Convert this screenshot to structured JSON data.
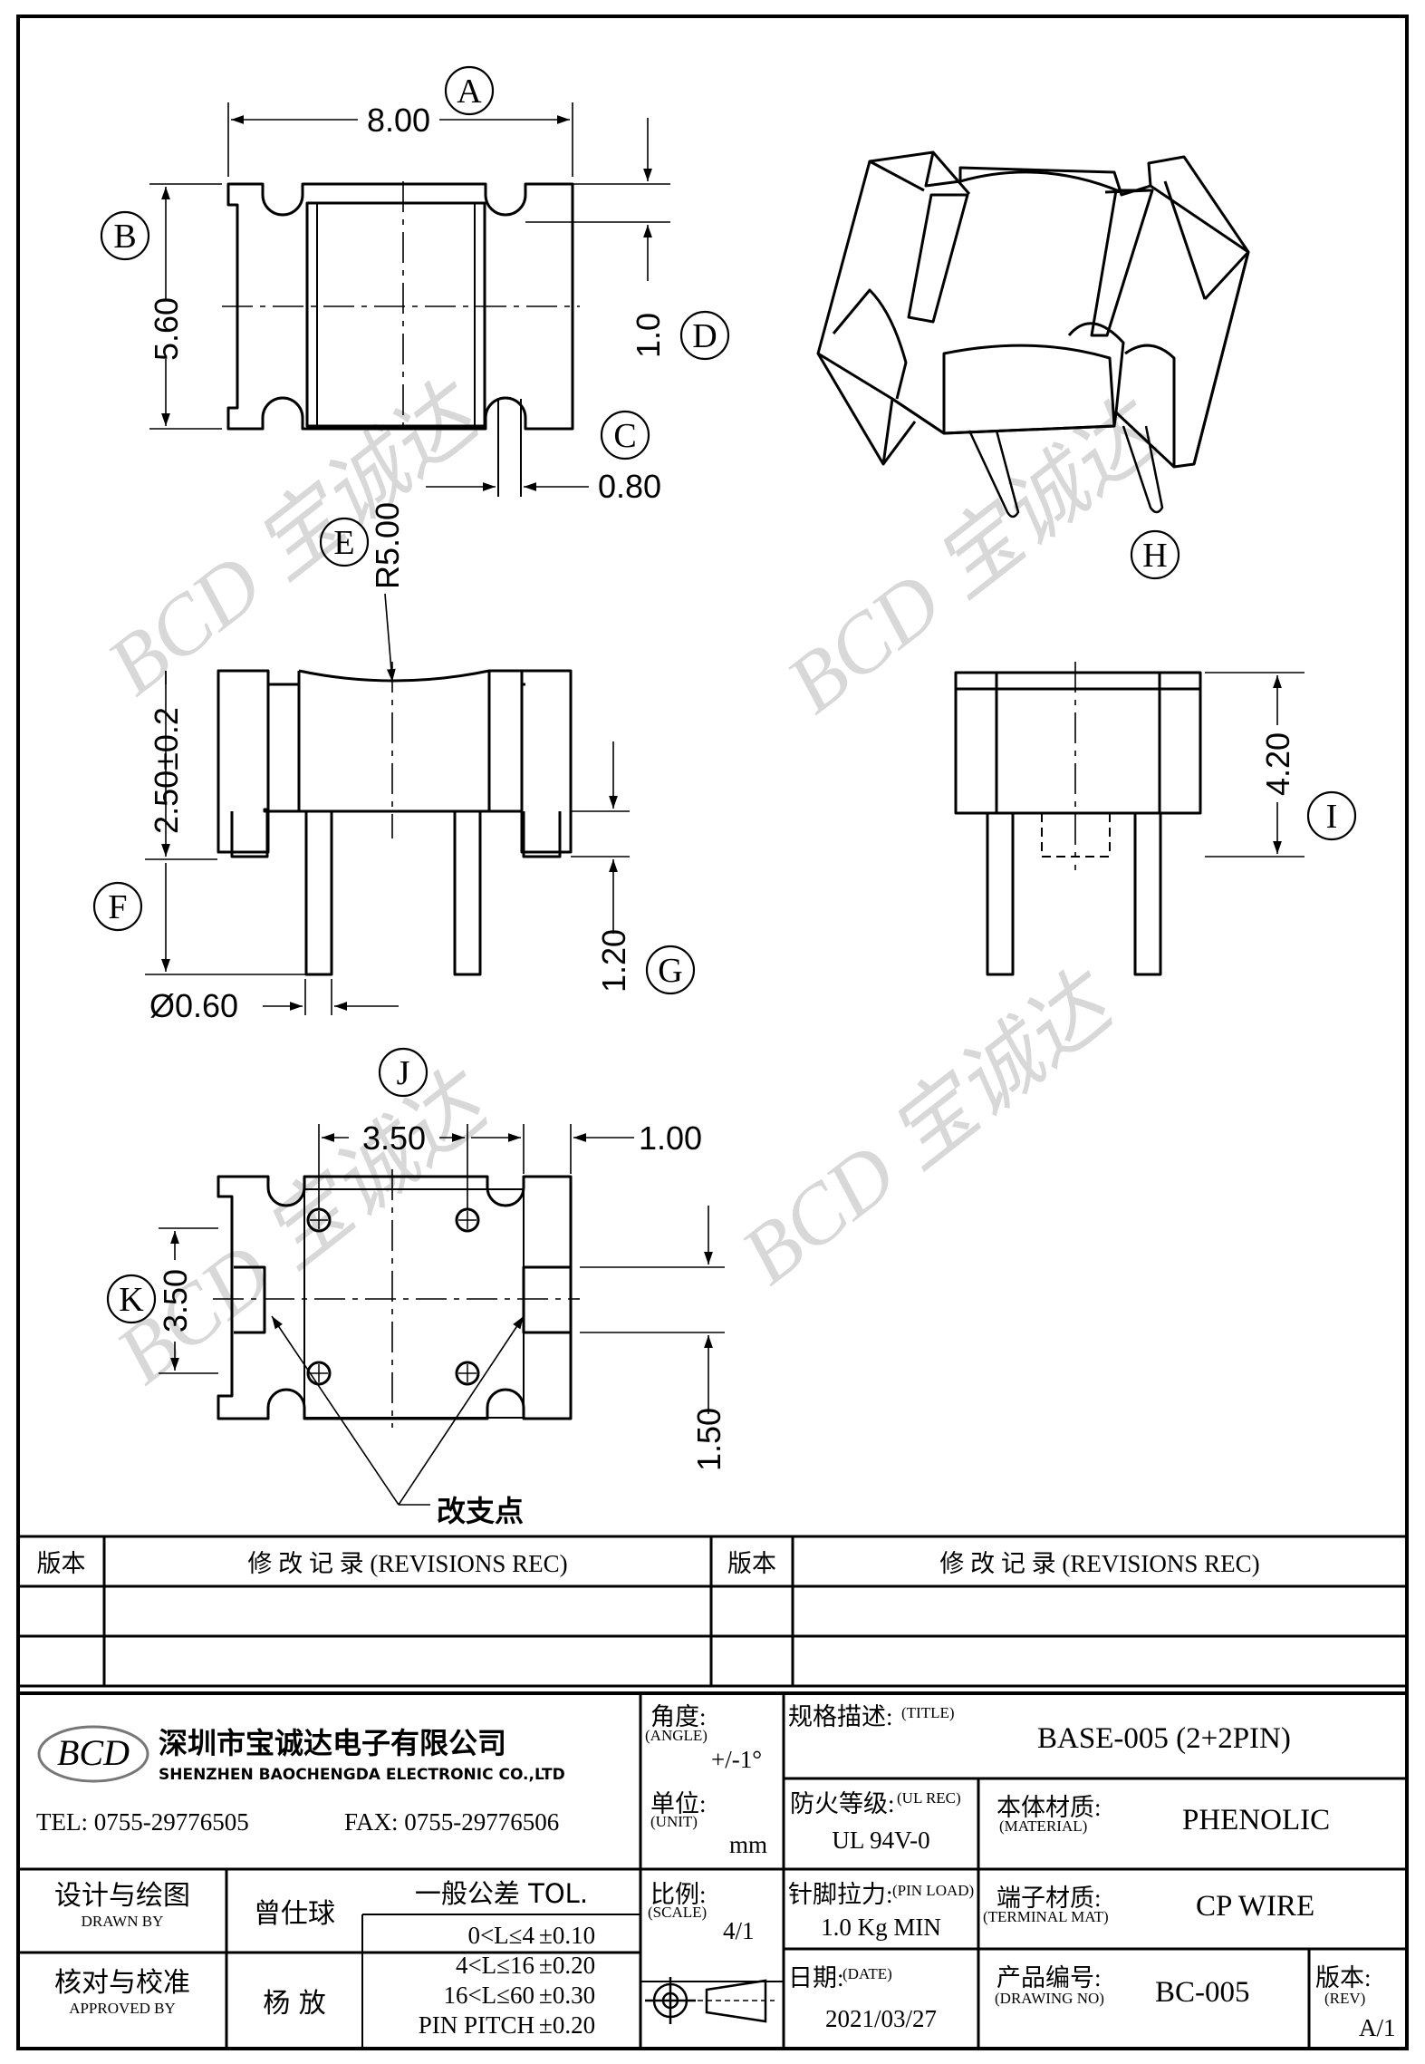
{
  "drawing": {
    "callouts": {
      "A": "A",
      "B": "B",
      "C": "C",
      "D": "D",
      "E": "E",
      "F": "F",
      "G": "G",
      "H": "H",
      "I": "I",
      "J": "J",
      "K": "K"
    },
    "dims": {
      "a": "8.00",
      "b": "5.60",
      "c": "0.80",
      "d": "1.0",
      "e": "R5.00",
      "f": "2.50±0.2",
      "g": "1.20",
      "pin_dia": "Ø0.60",
      "i": "4.20",
      "j": "3.50",
      "j2": "1.00",
      "k": "3.50",
      "k2": "1.50"
    },
    "note": "改支点",
    "watermark": "BCD 宝诚达"
  },
  "revisions": {
    "ver_label_left": "版本",
    "rec_label_left": "修 改 记 录 (REVISIONS REC)",
    "ver_label_right": "版本",
    "rec_label_right": "修 改 记 录 (REVISIONS REC)"
  },
  "company": {
    "logo": "BCD",
    "name_cn": "深圳市宝诚达电子有限公司",
    "name_en": "SHENZHEN BAOCHENGDA ELECTRONIC CO.,LTD",
    "tel": "TEL: 0755-29776505",
    "fax": "FAX: 0755-29776506"
  },
  "titleblock": {
    "angle_label": "角度:",
    "angle_en": "(ANGLE)",
    "angle_value": "+/-1°",
    "title_label": "规格描述:",
    "title_en": "(TITLE)",
    "title_value": "BASE-005 (2+2PIN)",
    "unit_label": "单位:",
    "unit_en": "(UNIT)",
    "unit_value": "mm",
    "ul_label": "防火等级:",
    "ul_en": "(UL REC)",
    "ul_value": "UL 94V-0",
    "material_label": "本体材质:",
    "material_en": "(MATERIAL)",
    "material_value": "PHENOLIC",
    "drawn_label": "设计与绘图",
    "drawn_en": "DRAWN BY",
    "drawn_value": "曾仕球",
    "tol_label": "一般公差 TOL.",
    "tol_rows": [
      {
        "range": "0<L≤4",
        "val": "±0.10"
      },
      {
        "range": "4<L≤16",
        "val": "±0.20"
      },
      {
        "range": "16<L≤60",
        "val": "±0.30"
      },
      {
        "range": "PIN PITCH",
        "val": "±0.20"
      }
    ],
    "scale_label": "比例:",
    "scale_en": "(SCALE)",
    "scale_value": "4/1",
    "pinload_label": "针脚拉力:",
    "pinload_en": "(PIN LOAD)",
    "pinload_value": "1.0 Kg MIN",
    "terminal_label": "端子材质:",
    "terminal_en": "(TERMINAL MAT)",
    "terminal_value": "CP WIRE",
    "approved_label": "核对与校准",
    "approved_en": "APPROVED BY",
    "approved_value": "杨 放",
    "date_label": "日期:",
    "date_en": "(DATE)",
    "date_value": "2021/03/27",
    "drawing_no_label": "产品编号:",
    "drawing_no_en": "(DRAWING NO)",
    "drawing_no_value": "BC-005",
    "rev_label": "版本:",
    "rev_en": "(REV)",
    "rev_value": "A/1"
  }
}
